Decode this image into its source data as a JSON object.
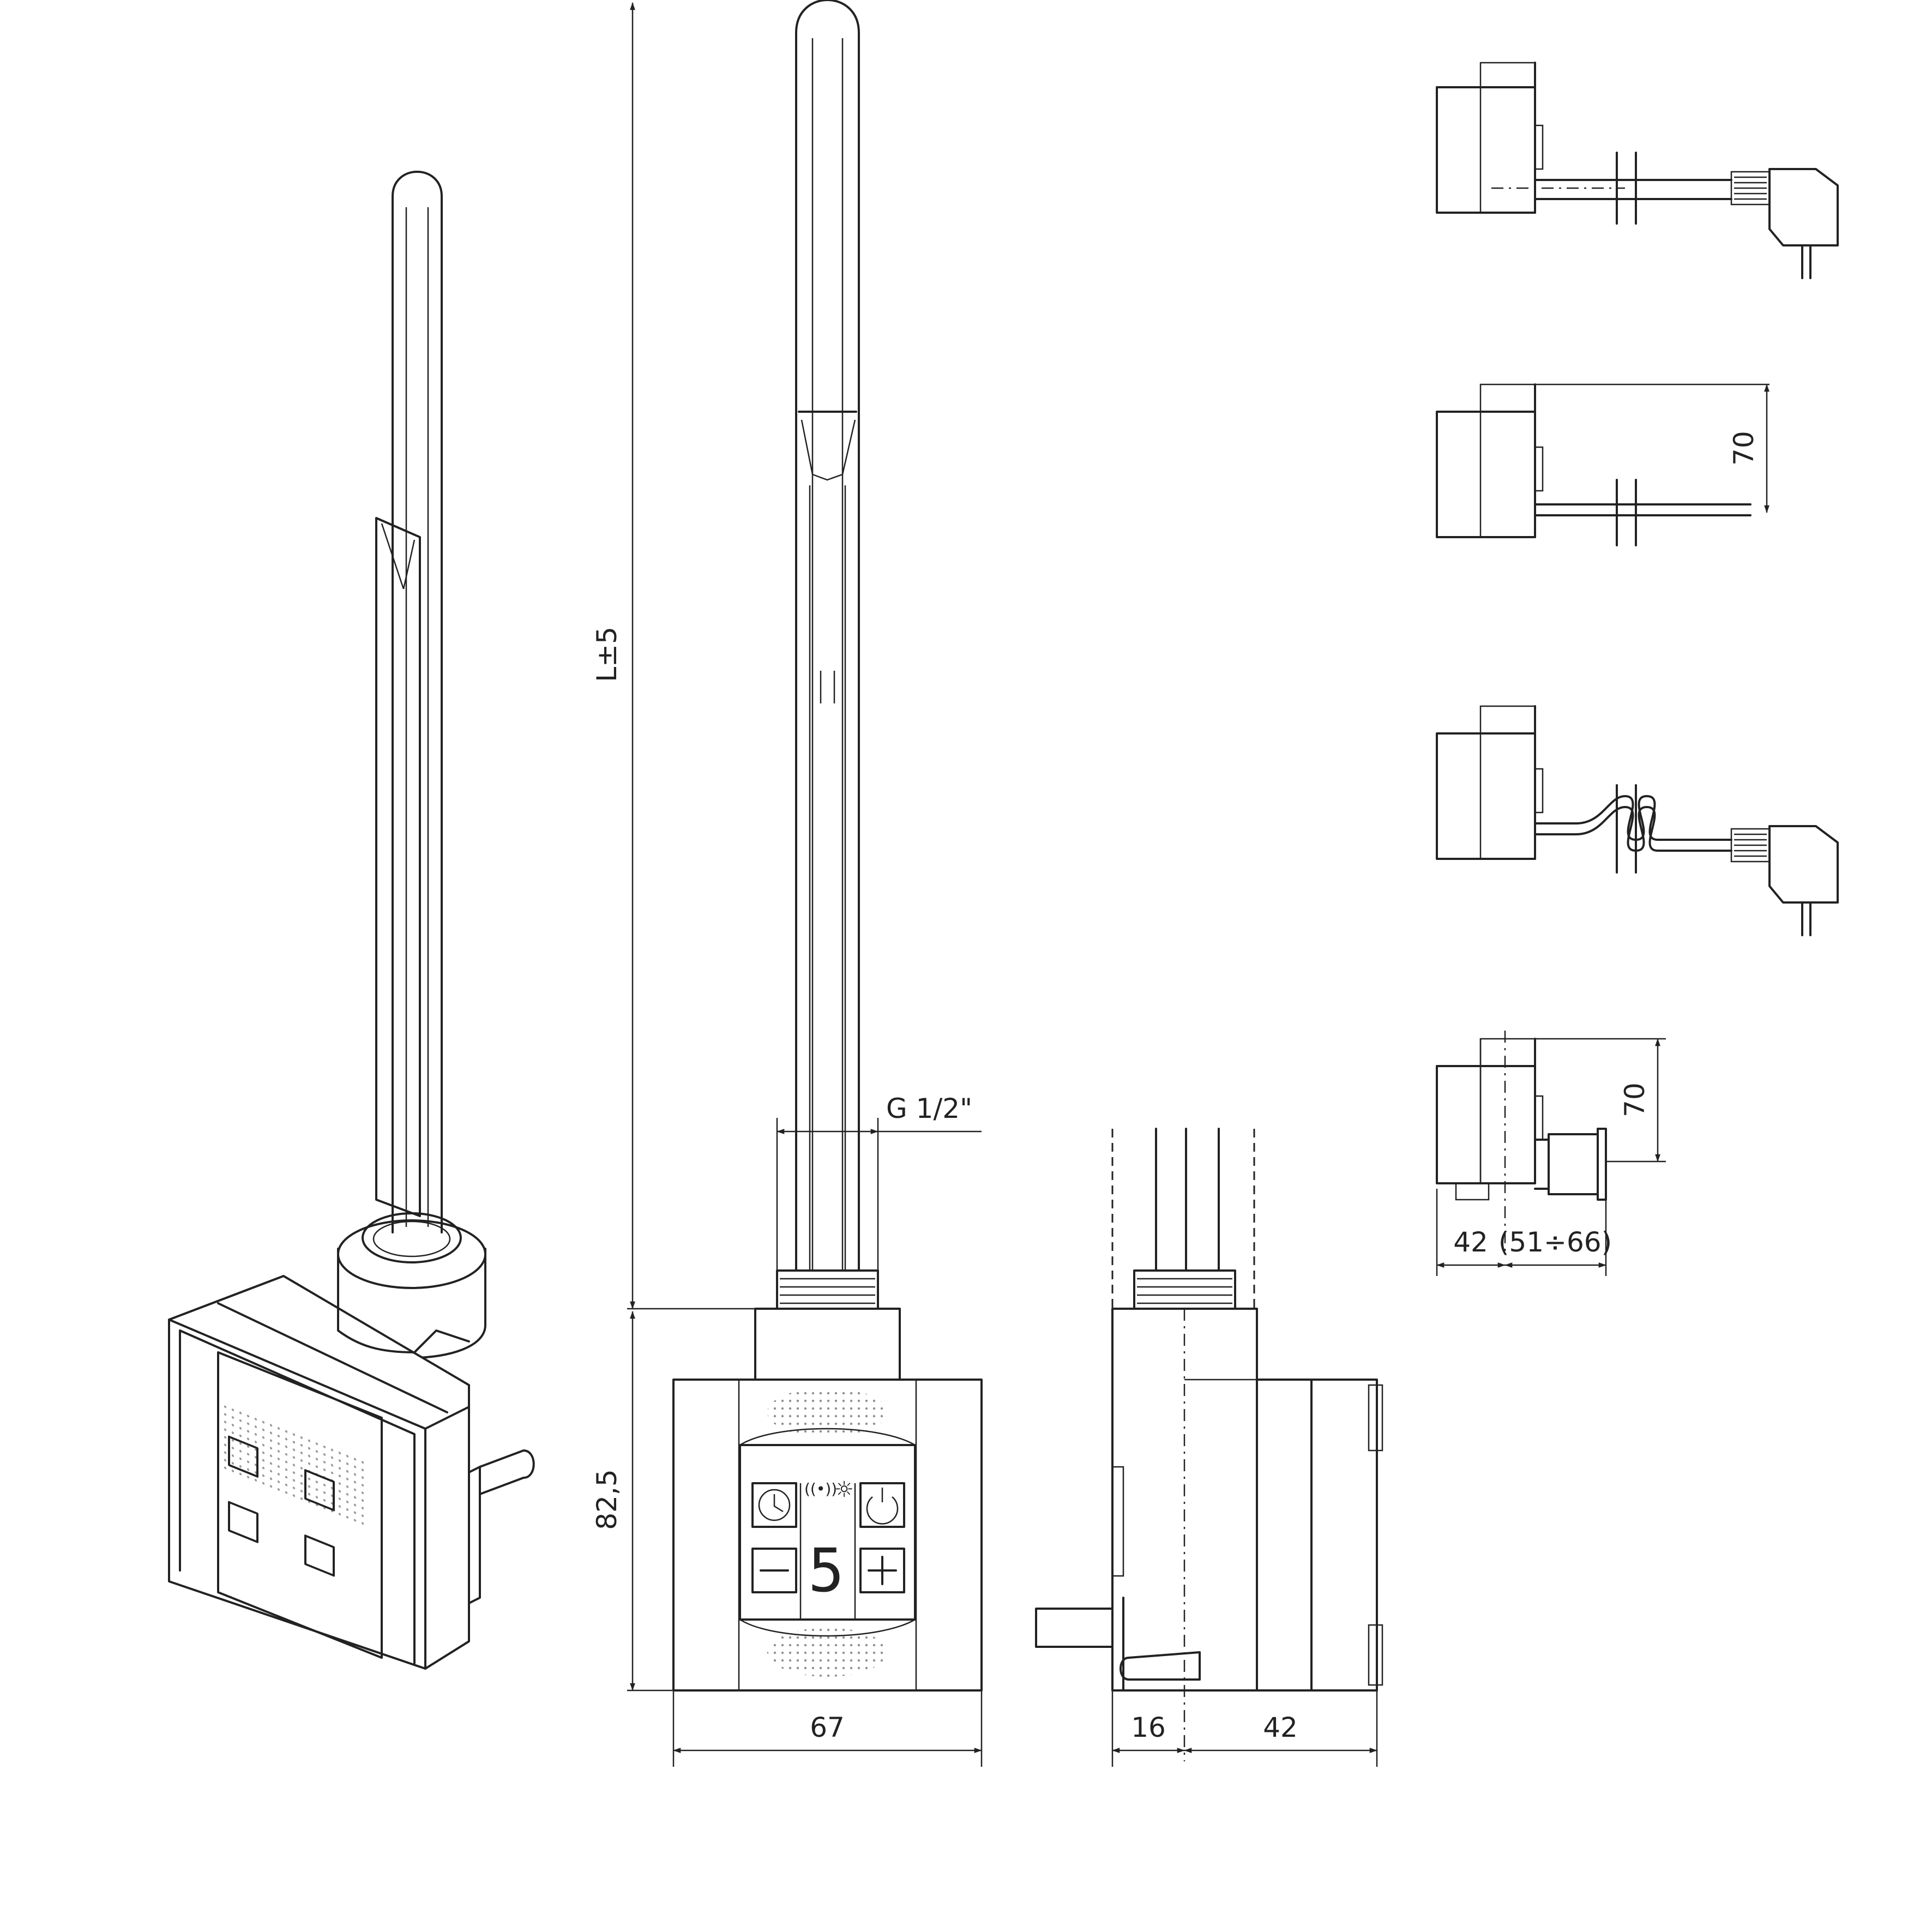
{
  "dimensions": {
    "length": "L±5",
    "thread": "G 1/2\"",
    "height": "82,5",
    "width": "67",
    "side_offset": "16",
    "side_depth": "42",
    "variant_height_b": "70",
    "variant_height_d": "70",
    "variant_depth_d": "42",
    "variant_range_d": "(51÷66)"
  },
  "control_panel": {
    "display_digit": "5",
    "buttons": [
      "timer-button",
      "power-button",
      "minus-button",
      "plus-button"
    ],
    "indicators": [
      "wifi-icon",
      "sun-icon"
    ]
  }
}
